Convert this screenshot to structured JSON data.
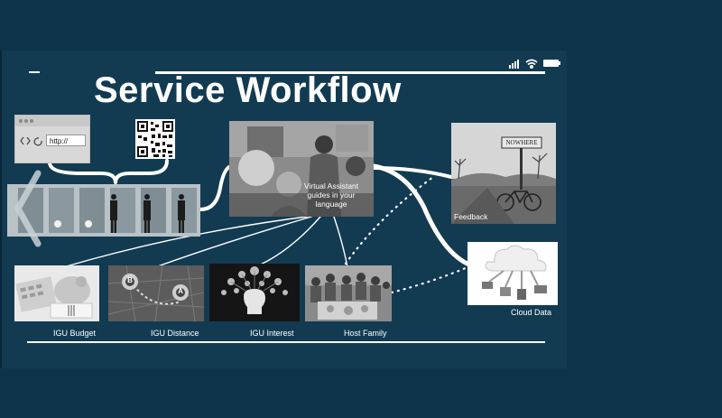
{
  "title": "Service Workflow",
  "url_text": "http://",
  "assistant_caption": "Virtual Assistant guides in your language",
  "feedback_label": "Feedback",
  "sign_text": "NOWHERE",
  "cloud_label": "Cloud Data",
  "igu_labels": {
    "budget": "IGU Budget",
    "distance": "IGU Distance",
    "interest": "IGU Interest",
    "host": "Host Family"
  },
  "map_pins": [
    "B",
    "A"
  ],
  "colors": {
    "background": "#0d3349",
    "device": "#123b52",
    "line": "#ffffff"
  },
  "icons": [
    "minus-icon",
    "signal-icon",
    "wifi-icon",
    "battery-icon",
    "qr-code-icon",
    "chevron-left-icon",
    "cloud-icon"
  ]
}
